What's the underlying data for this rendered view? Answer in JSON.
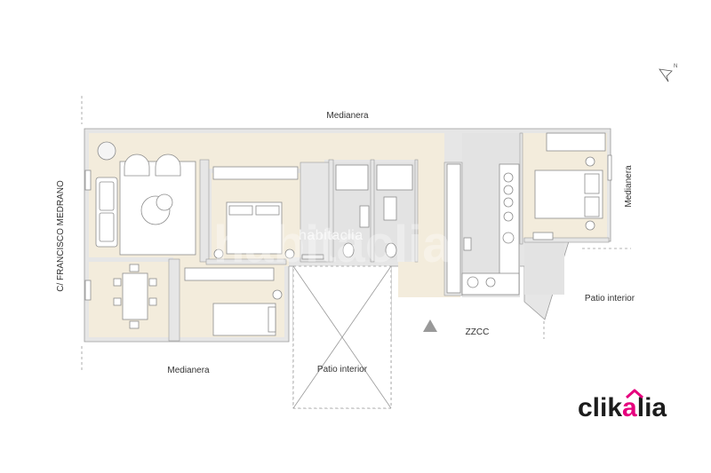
{
  "labels": {
    "medianera_top": "Medianera",
    "medianera_right": "Medianera",
    "medianera_bottom": "Medianera",
    "street": "C/ FRANCISCO MEDRANO",
    "patio_right": "Patio interior",
    "patio_bottom": "Patio interior",
    "zzcc": "ZZCC"
  },
  "watermark": {
    "text": "habitaclia"
  },
  "brand": {
    "prefix": "clik",
    "a": "a",
    "suffix": "lia",
    "accent_color": "#e6007e"
  },
  "compass": {
    "letter": "N"
  },
  "colors": {
    "floor": "#f3ecdc",
    "wet": "#e3e3e3",
    "wall": "#e6e6e6",
    "wall_line": "#9a9a9a",
    "furniture": "#ffffff",
    "furniture_line": "#8c8c8c"
  }
}
